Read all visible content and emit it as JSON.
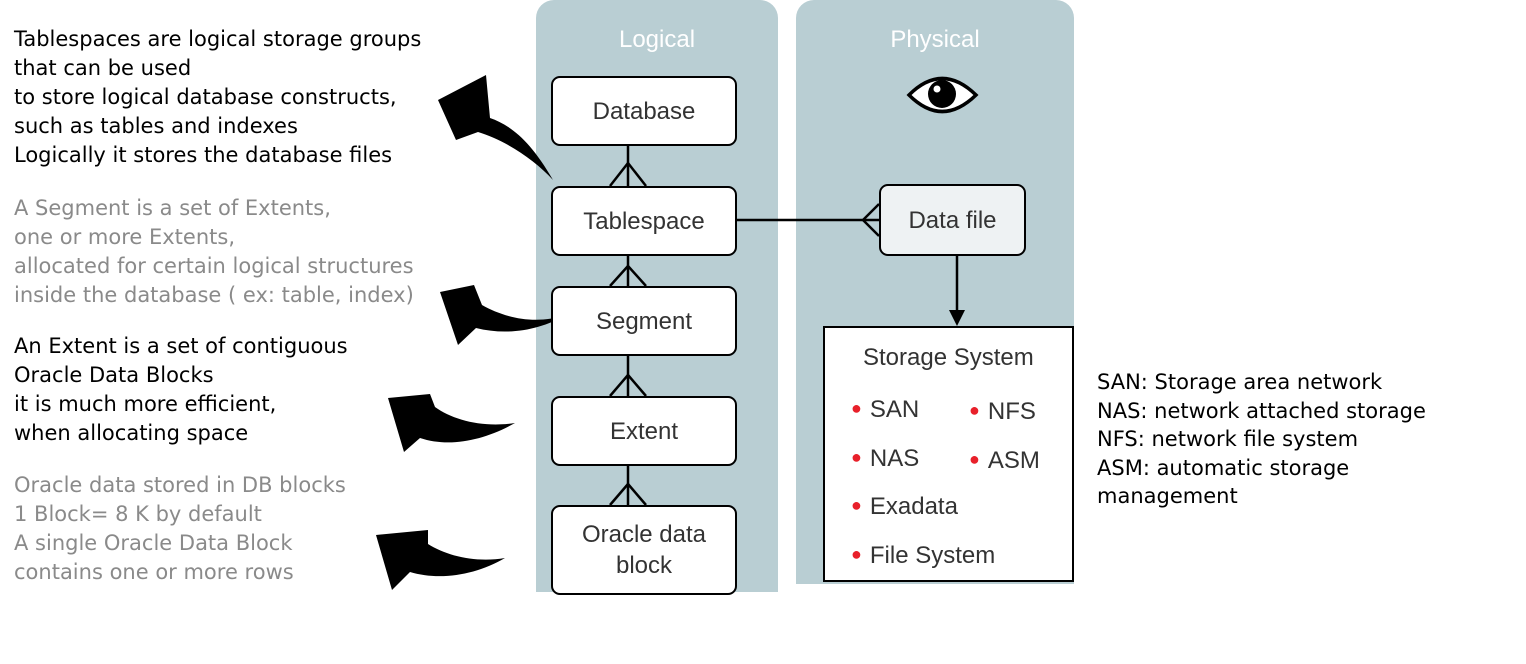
{
  "notes": [
    {
      "lines": [
        "Tablespaces are logical storage groups",
        "that can be used",
        "to store logical database constructs,",
        "such as tables and indexes",
        "Logically it stores the database files"
      ],
      "color": "#000000"
    },
    {
      "lines": [
        "A Segment is a set of Extents,",
        "one or more Extents,",
        "allocated for certain logical structures",
        "inside the database ( ex: table, index)"
      ],
      "color": "#8a8a8a"
    },
    {
      "lines": [
        "An Extent is a set of contiguous",
        "Oracle Data Blocks",
        "it is much more efficient,",
        "when allocating space"
      ],
      "color": "#000000"
    },
    {
      "lines": [
        "Oracle data stored in DB blocks",
        "1 Block= 8 K by default",
        "A single Oracle Data Block",
        "contains one or more rows"
      ],
      "color": "#8a8a8a"
    }
  ],
  "logical": {
    "title": "Logical",
    "database": "Database",
    "tablespace": "Tablespace",
    "segment": "Segment",
    "extent": "Extent",
    "oracle_block": [
      "Oracle data",
      "block"
    ]
  },
  "physical": {
    "title": "Physical",
    "icon": "eye-icon",
    "data_file": "Data file",
    "storage": {
      "title": "Storage System",
      "items": [
        "SAN",
        "NFS",
        "NAS",
        "ASM",
        "Exadata",
        "File System"
      ],
      "bullet_color": "#e8202a"
    }
  },
  "legend": [
    "SAN: Storage area network",
    "NAS: network attached storage",
    "NFS: network file system",
    "ASM: automatic storage",
    "management"
  ],
  "colors": {
    "panel": "#b9ced3",
    "panel_title": "#ffffff",
    "dark_text": "#000000",
    "grey_text": "#8a8a8a"
  }
}
